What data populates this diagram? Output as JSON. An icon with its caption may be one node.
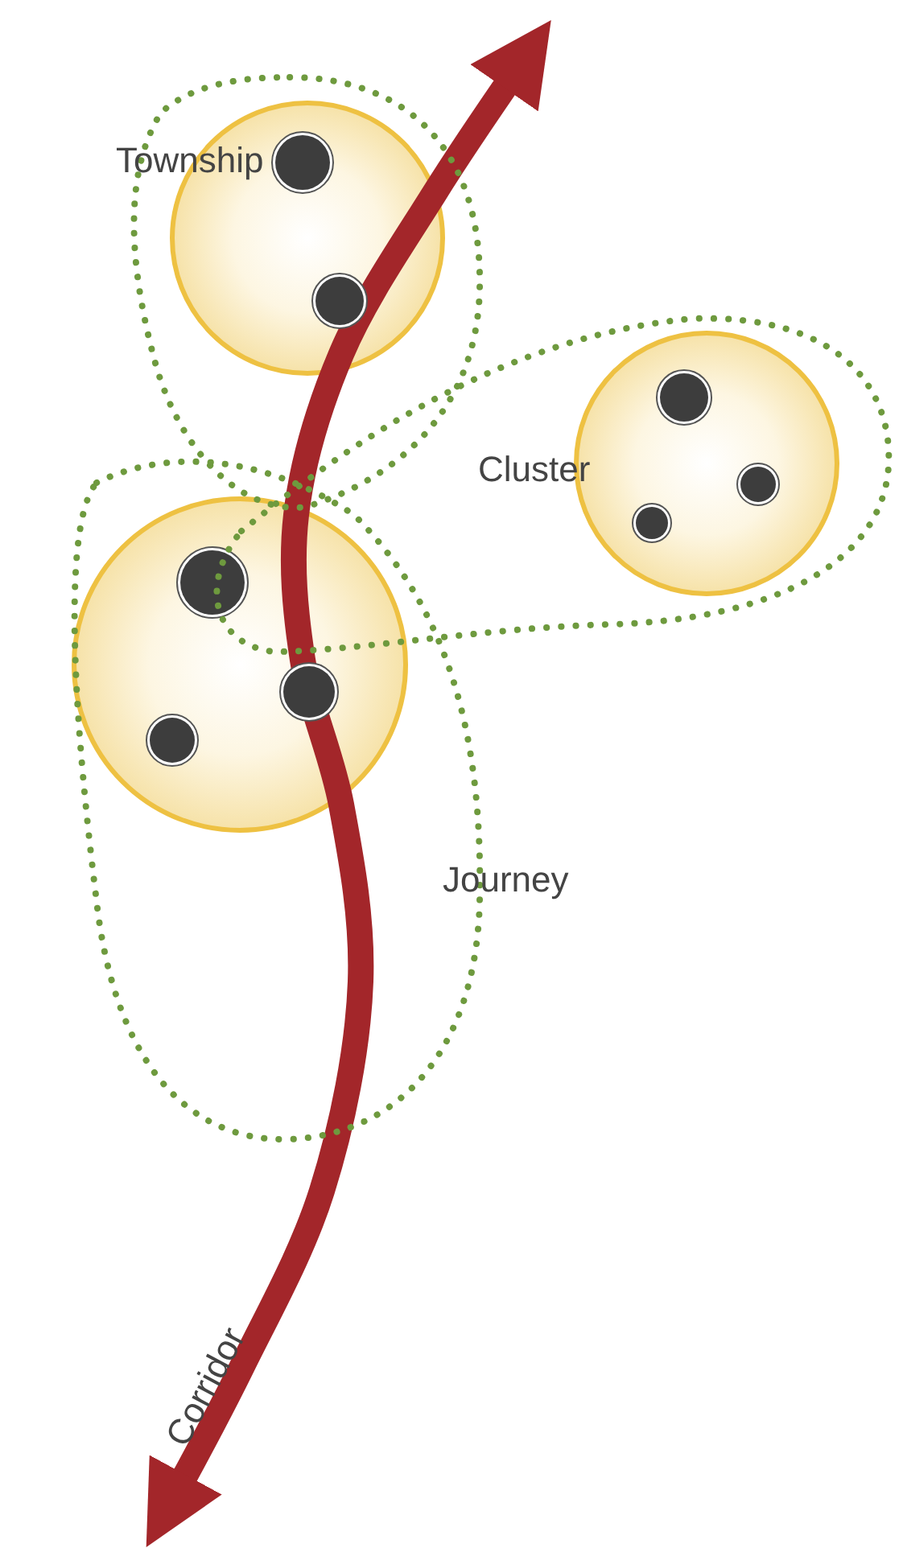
{
  "diagram": {
    "nodes": [
      {
        "text": [
          "Township"
        ]
      },
      {
        "text": [
          "Cluster"
        ]
      },
      {
        "text": [
          "Journey"
        ]
      }
    ],
    "labels": [
      "Corridor"
    ]
  }
}
